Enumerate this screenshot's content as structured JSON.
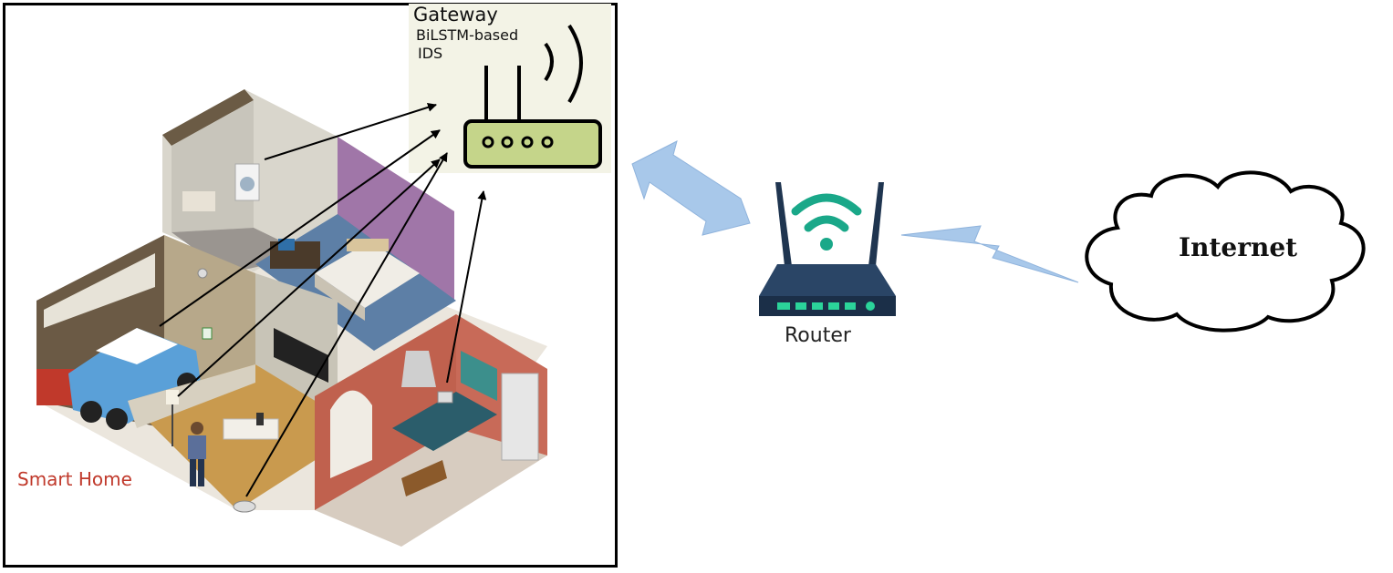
{
  "gateway": {
    "title": "Gateway",
    "subtitle_line1": "BiLSTM-based",
    "subtitle_line2": "IDS"
  },
  "smart_home": {
    "label": "Smart Home"
  },
  "router": {
    "label": "Router"
  },
  "internet": {
    "label": "Internet"
  },
  "colors": {
    "gateway_body": "#c5d58a",
    "router_body": "#1f3550",
    "wifi_signal": "#1aa889",
    "arrow_blue": "#a8c8ea",
    "smart_home_text": "#c0392b"
  }
}
